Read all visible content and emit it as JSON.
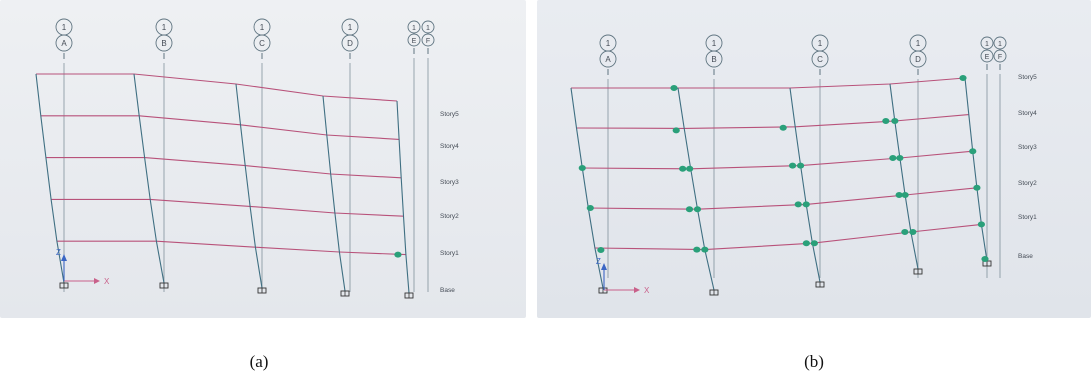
{
  "colors": {
    "column": "#3f6f82",
    "beam": "#b8527a",
    "grid": "#5f7480",
    "hinge": "#2aa07a",
    "axis_x": "#c9608a",
    "axis_z": "#3b66c4",
    "text": "#444b55"
  },
  "panels": [
    {
      "id": "panel-a",
      "caption": "(a)",
      "axis_labels": {
        "x": "X",
        "z": "Z"
      },
      "grid_bubbles": [
        {
          "top": "1",
          "bottom": "A"
        },
        {
          "top": "1",
          "bottom": "B"
        },
        {
          "top": "1",
          "bottom": "C"
        },
        {
          "top": "1",
          "bottom": "D"
        },
        {
          "top": "1",
          "bottom": "E"
        },
        {
          "top": "1",
          "bottom": "F"
        }
      ],
      "story_labels": [
        "Story5",
        "Story4",
        "Story3",
        "Story2",
        "Story1",
        "Base"
      ]
    },
    {
      "id": "panel-b",
      "caption": "(b)",
      "axis_labels": {
        "x": "X",
        "z": "Z"
      },
      "grid_bubbles": [
        {
          "top": "1",
          "bottom": "A"
        },
        {
          "top": "1",
          "bottom": "B"
        },
        {
          "top": "1",
          "bottom": "C"
        },
        {
          "top": "1",
          "bottom": "D"
        },
        {
          "top": "1",
          "bottom": "E"
        },
        {
          "top": "1",
          "bottom": "F"
        }
      ],
      "story_labels": [
        "Story5",
        "Story4",
        "Story3",
        "Story2",
        "Story1",
        "Base"
      ]
    }
  ]
}
